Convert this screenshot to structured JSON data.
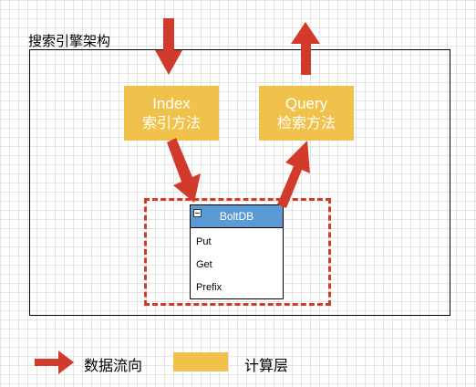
{
  "frame": {
    "title": "搜索引擎架构"
  },
  "index_box": {
    "line1": "Index",
    "line2": "索引方法"
  },
  "query_box": {
    "line1": "Query",
    "line2": "检索方法"
  },
  "boltdb": {
    "title": "BoltDB",
    "methods": [
      "Put",
      "Get",
      "Prefix"
    ]
  },
  "legend": {
    "data_flow": "数据流向",
    "compute_layer": "计算层"
  },
  "colors": {
    "compute": "#f0c24b",
    "arrow": "#d23b2b",
    "boltdb_header": "#5b9bd5"
  }
}
